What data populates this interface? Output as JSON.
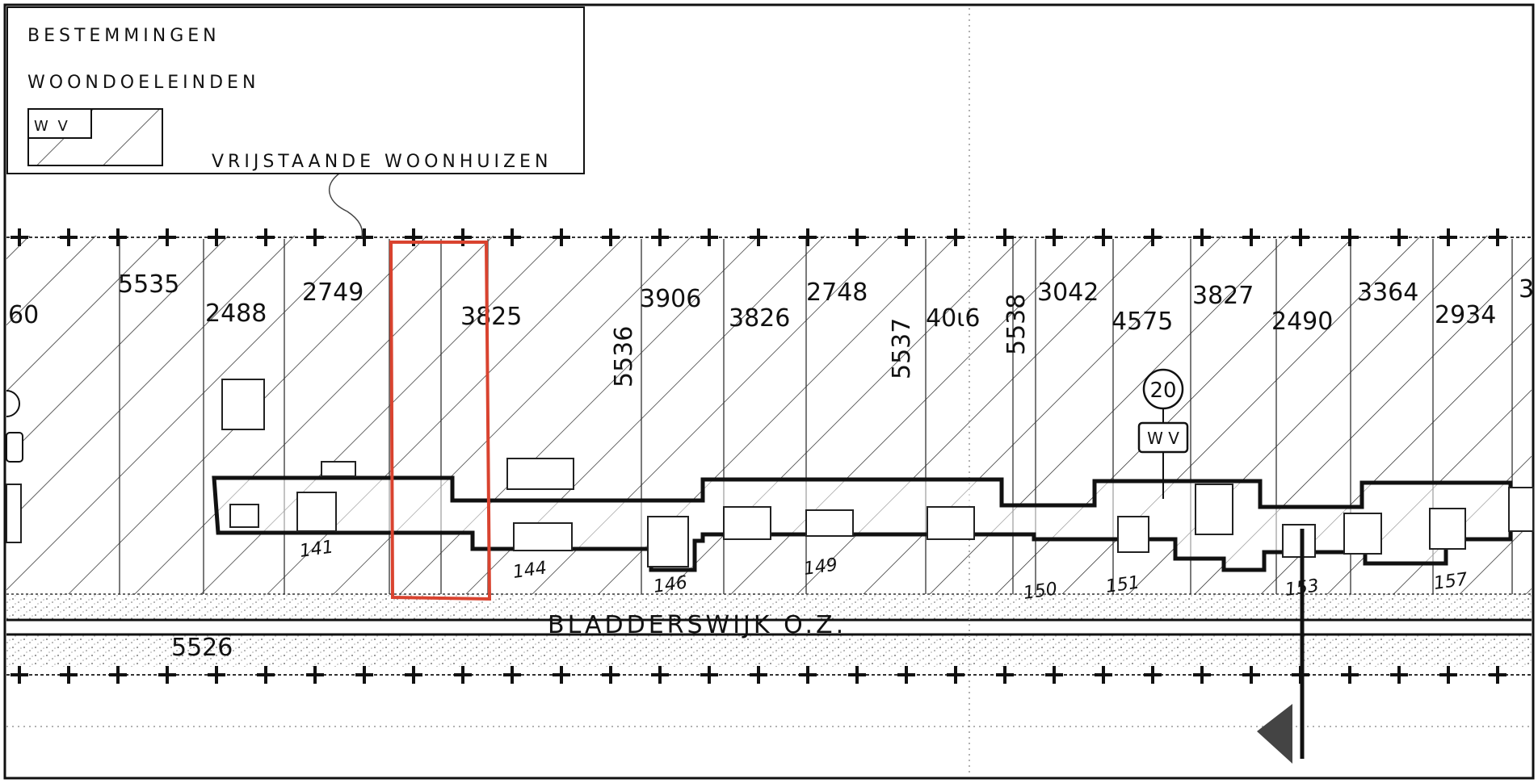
{
  "legend": {
    "heading": "BESTEMMINGEN",
    "category": "WOONDOELEINDEN",
    "symbol_code": "W V",
    "symbol_label": "VRIJSTAANDE WOONHUIZEN"
  },
  "parcels": [
    {
      "id": "p-60",
      "label": "60",
      "rotated": false
    },
    {
      "id": "p-5535",
      "label": "5535",
      "rotated": false
    },
    {
      "id": "p-2488",
      "label": "2488",
      "rotated": false
    },
    {
      "id": "p-2749",
      "label": "2749",
      "rotated": false
    },
    {
      "id": "p-3825",
      "label": "3825",
      "rotated": false
    },
    {
      "id": "p-3906",
      "label": "3906",
      "rotated": false
    },
    {
      "id": "p-5536",
      "label": "5536",
      "rotated": true
    },
    {
      "id": "p-3826",
      "label": "3826",
      "rotated": false
    },
    {
      "id": "p-2748",
      "label": "2748",
      "rotated": false
    },
    {
      "id": "p-5537",
      "label": "5537",
      "rotated": true
    },
    {
      "id": "p-4016",
      "label": "40ι6",
      "rotated": false
    },
    {
      "id": "p-5538",
      "label": "5538",
      "rotated": true
    },
    {
      "id": "p-3042",
      "label": "3042",
      "rotated": false
    },
    {
      "id": "p-4575",
      "label": "4575",
      "rotated": false
    },
    {
      "id": "p-3827",
      "label": "3827",
      "rotated": false
    },
    {
      "id": "p-2490",
      "label": "2490",
      "rotated": false
    },
    {
      "id": "p-3364",
      "label": "3364",
      "rotated": false
    },
    {
      "id": "p-2934",
      "label": "2934",
      "rotated": false
    },
    {
      "id": "p-3x",
      "label": "3",
      "rotated": false
    }
  ],
  "house_numbers": [
    "141",
    "144",
    "146",
    "149",
    "150",
    "151",
    "153",
    "157"
  ],
  "street": {
    "name": "BLADDERSWIJK O.Z.",
    "parcel": "5526"
  },
  "zone_marker": {
    "height": "20",
    "code": "W V"
  },
  "highlight": {
    "parcel": "3825",
    "color": "#d9432f"
  },
  "colors": {
    "ink": "#111111",
    "highlight": "#d9432f",
    "paper": "#ffffff"
  }
}
